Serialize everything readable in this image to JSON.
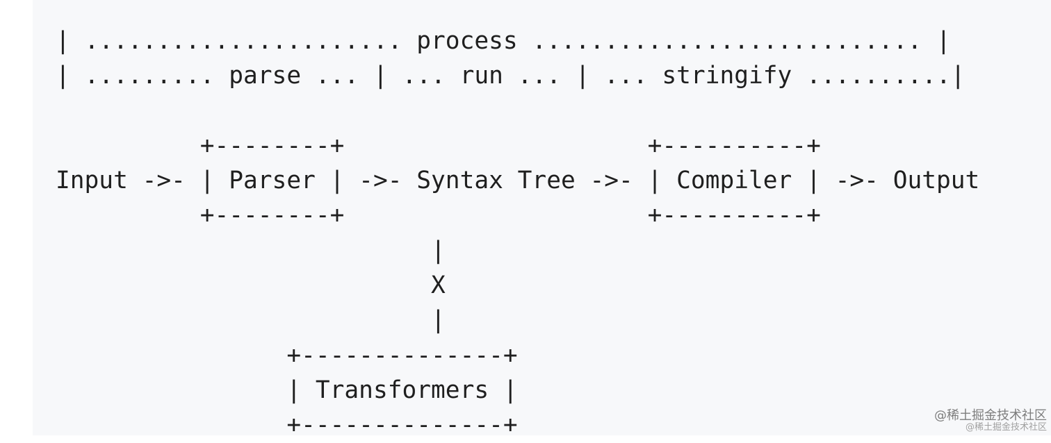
{
  "diagram": {
    "lines": [
      "| ...................... process ........................... |",
      "| ......... parse ... | ... run ... | ... stringify ..........|",
      "",
      "          +--------+                     +----------+",
      "Input ->- | Parser | ->- Syntax Tree ->- | Compiler | ->- Output",
      "          +--------+                     +----------+",
      "                          |",
      "                          X",
      "                          |",
      "                +--------------+",
      "                | Transformers |",
      "                +--------------+"
    ]
  },
  "watermark": {
    "main": "@稀土掘金技术社区",
    "sub": "@稀土掘金技术社区"
  }
}
